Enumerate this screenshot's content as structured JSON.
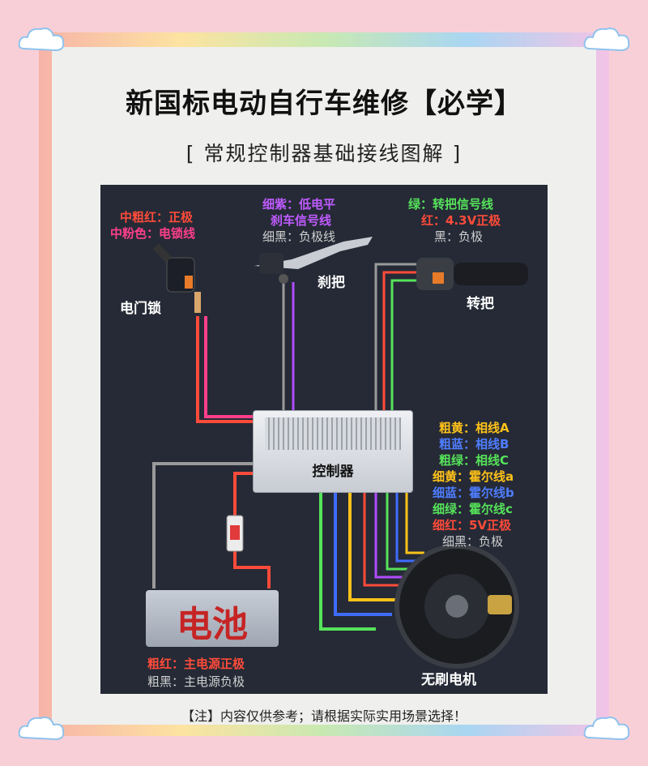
{
  "title": "新国标电动自行车维修【必学】",
  "subtitle": "[ 常规控制器基础接线图解 ]",
  "note": "【注】内容仅供参考；请根据实际实用场景选择！",
  "colors": {
    "red": "#ff4b3a",
    "pink": "#ff3f8a",
    "purple": "#b04cff",
    "green": "#56e35a",
    "yellow": "#ffc21a",
    "blue": "#3f6cff",
    "black": "#9a9a9a"
  },
  "lock": {
    "name": "电门锁",
    "labels": [
      {
        "text": "中粗红：正极",
        "color": "#ff4b3a"
      },
      {
        "text": "中粉色：电锁线",
        "color": "#ff3f8a"
      }
    ]
  },
  "brake": {
    "name": "刹把",
    "labels": [
      {
        "text": "细紫：低电平",
        "color": "#c05bff"
      },
      {
        "text": "刹车信号线",
        "color": "#c05bff"
      },
      {
        "text": "细黑：负极线",
        "color": "#cfcfcf"
      }
    ]
  },
  "throttle": {
    "name": "转把",
    "labels": [
      {
        "text": "绿：转把信号线",
        "color": "#56e35a"
      },
      {
        "text": "红：4.3V正极",
        "color": "#ff4b3a"
      },
      {
        "text": "黑：负极",
        "color": "#cfcfcf"
      }
    ]
  },
  "controller": {
    "name": "控制器"
  },
  "motor": {
    "name": "无刷电机",
    "labels": [
      {
        "text": "粗黄：相线A",
        "color": "#ffc21a"
      },
      {
        "text": "粗蓝：相线B",
        "color": "#4f7dff"
      },
      {
        "text": "粗绿：相线C",
        "color": "#56e35a"
      },
      {
        "text": "细黄：霍尔线a",
        "color": "#ffc21a"
      },
      {
        "text": "细蓝：霍尔线b",
        "color": "#4f7dff"
      },
      {
        "text": "细绿：霍尔线c",
        "color": "#56e35a"
      },
      {
        "text": "细红：5V正极",
        "color": "#ff4b3a"
      },
      {
        "text": "细黑：负极",
        "color": "#cfcfcf"
      }
    ]
  },
  "battery": {
    "name": "电池",
    "labels": [
      {
        "text": "粗红：主电源正极",
        "color": "#ff4b3a"
      },
      {
        "text": "粗黑：主电源负极",
        "color": "#cfcfcf"
      }
    ]
  }
}
